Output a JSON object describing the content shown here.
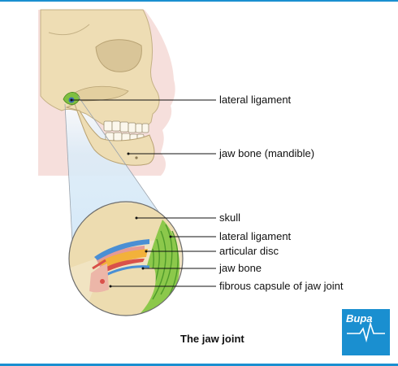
{
  "labels": {
    "lateral_ligament_top": "lateral ligament",
    "jaw_bone_mandible": "jaw bone (mandible)",
    "skull": "skull",
    "lateral_ligament": "lateral ligament",
    "articular_disc": "articular disc",
    "jaw_bone": "jaw bone",
    "fibrous_capsule": "fibrous capsule of jaw joint"
  },
  "caption": "The jaw joint",
  "brand": {
    "name": "Bupa",
    "color": "#1a8fd0"
  }
}
